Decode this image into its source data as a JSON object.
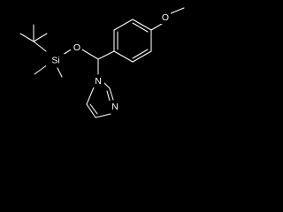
{
  "structure": {
    "atoms": {
      "si": "Si",
      "o_ether": "O",
      "o_methoxy": "O",
      "n_imidazole_1": "N",
      "n_imidazole_3": "N"
    },
    "colors": {
      "background": "#000000",
      "foreground": "#ffffff"
    }
  }
}
